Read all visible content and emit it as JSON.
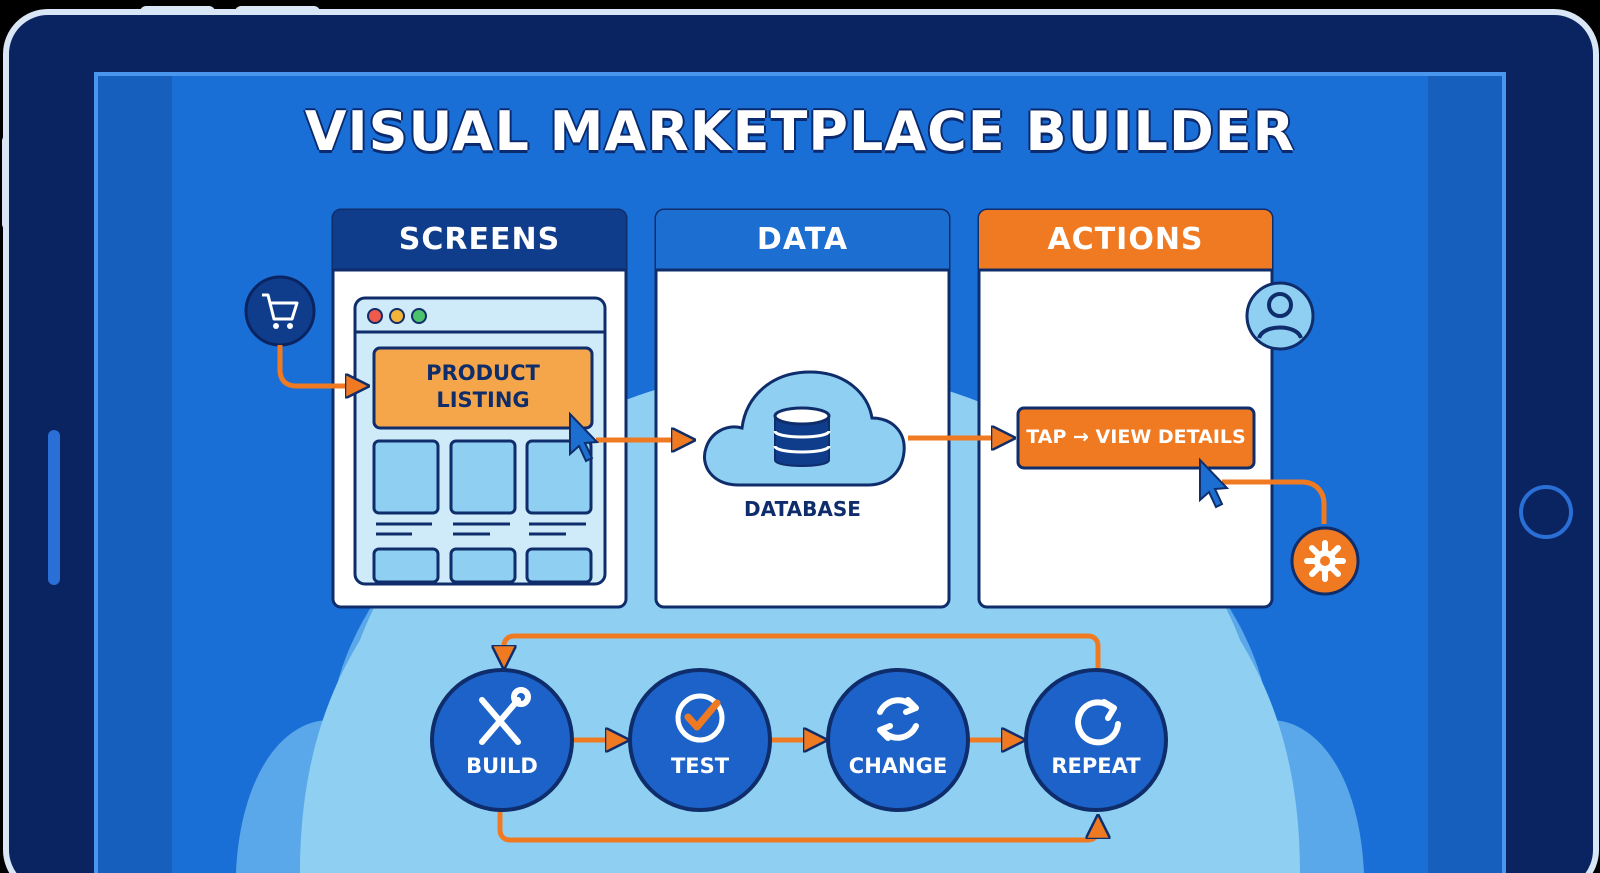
{
  "title": "VISUAL MARKETPLACE BUILDER",
  "panels": [
    {
      "header": "SCREENS",
      "color": "#0f3d8c"
    },
    {
      "header": "DATA",
      "color": "#1c6fd0"
    },
    {
      "header": "ACTIONS",
      "color": "#ef7a22"
    }
  ],
  "screens": {
    "product_listing": "PRODUCT\nLISTING"
  },
  "data": {
    "database_label": "DATABASE"
  },
  "actions": {
    "tap_label": "TAP → VIEW DETAILS"
  },
  "cycle": [
    {
      "label": "BUILD",
      "icon": "build-tools-icon"
    },
    {
      "label": "TEST",
      "icon": "check-icon"
    },
    {
      "label": "CHANGE",
      "icon": "sync-icon"
    },
    {
      "label": "REPEAT",
      "icon": "repeat-icon"
    }
  ],
  "colors": {
    "frame": "#0a2a6a",
    "screen": "#1a6fd6",
    "accent_orange": "#ef7a22",
    "light_blue": "#8fd0f2",
    "dark_navy": "#0f2d6b"
  }
}
